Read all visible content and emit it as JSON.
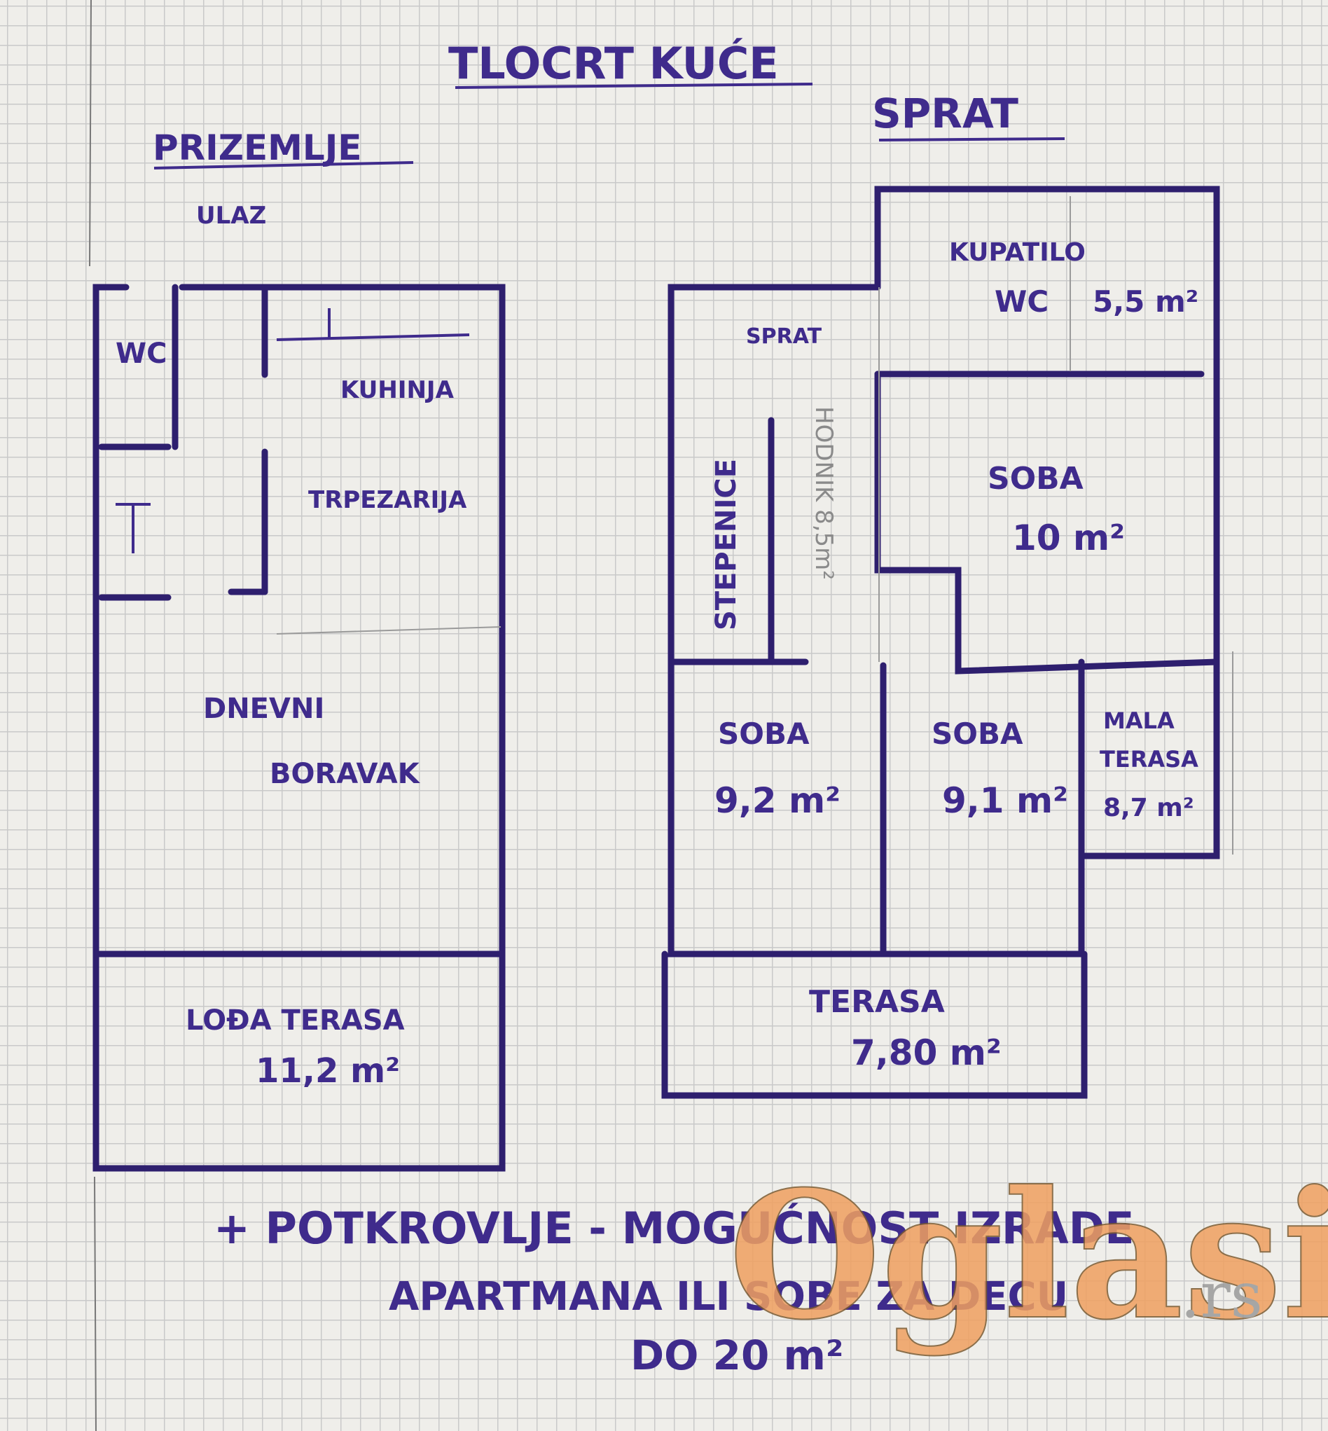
{
  "title": "TLOCRT KUĆE",
  "ground_floor": {
    "label": "PRIZEMLJE",
    "entrance": "ULAZ",
    "rooms": {
      "wc": "WC",
      "kitchen": "KUHINJA",
      "dining": "TRPEZARIJA",
      "living_1": "DNEVNI",
      "living_2": "BORAVAK",
      "terrace": "LOĐA TERASA",
      "terrace_area": "11,2 m²"
    }
  },
  "upper_floor": {
    "label": "SPRAT",
    "rooms": {
      "bathroom": "KUPATILO",
      "bathroom_wc": "WC",
      "bathroom_area": "5,5 m²",
      "stairs_label": "SPRAT",
      "stairs": "STEPENICE",
      "hall": "HODNIK 8,5m²",
      "room1": "SOBA",
      "room1_area": "10 m²",
      "room2": "SOBA",
      "room2_area": "9,2 m²",
      "room3": "SOBA",
      "room3_area": "9,1 m²",
      "small_terrace_1": "MALA",
      "small_terrace_2": "TERASA",
      "small_terrace_area": "8,7 m²",
      "terrace": "TERASA",
      "terrace_area": "7,80 m²"
    }
  },
  "note": {
    "line1": "+ POTKROVLJE - MOGUĆNOST IZRADE",
    "line2": "APARTMANA ILI SOBE ZA DECU",
    "line3": "DO 20 m²"
  },
  "watermark": {
    "brand": "Oglasi",
    "tld": ".rs",
    "color": "#f0a060"
  }
}
